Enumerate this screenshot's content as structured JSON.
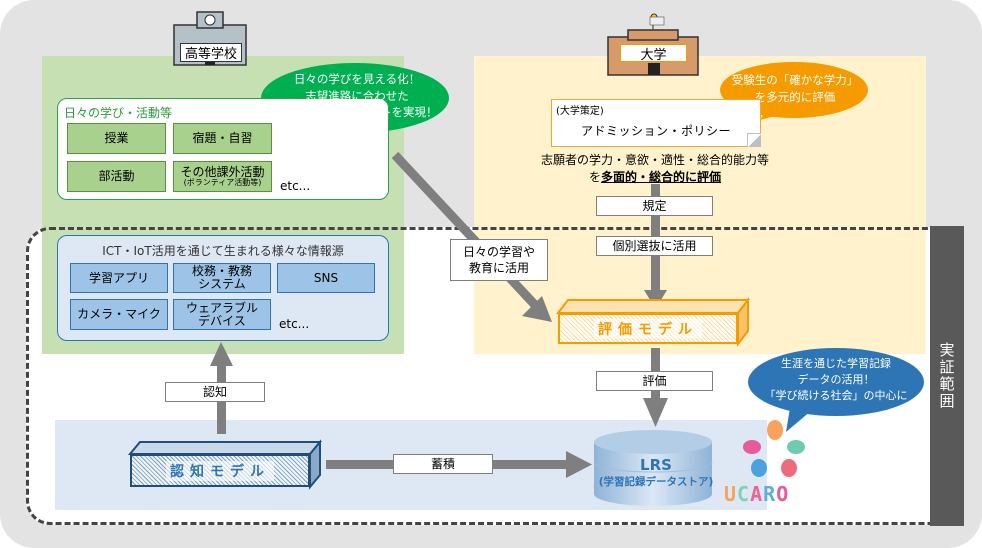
{
  "diagram": {
    "high_school": {
      "label": "高等学校",
      "daily_box": {
        "title": "日々の学び・活動等",
        "items": [
          "授業",
          "宿題・自習",
          "部活動"
        ],
        "other_item": {
          "main": "その他課外活動",
          "sub": "(ボランティア活動等)"
        },
        "etc": "etc..."
      },
      "bubble": [
        "日々の学びを見える化！",
        "志望進路に合わせた",
        "細やかな学習サポートを実現！"
      ]
    },
    "university": {
      "label": "大学",
      "roof_sign": "大学",
      "bubble": [
        "受験生の「確かな学力」",
        "を多元的に評価"
      ],
      "policy": {
        "sub": "(大学策定)",
        "main": "アドミッション・ポリシー"
      },
      "policy_desc_line1": "志願者の学力・意欲・適性・総合的能力等",
      "policy_desc_prefix": "を",
      "policy_desc_emph": "多面的・総合的に評価"
    },
    "ict_box": {
      "title": "ICT・IoT活用を通じて生まれる様々な情報源",
      "items": [
        "学習アプリ",
        "校務・教務\nシステム",
        "SNS",
        "カメラ・マイク",
        "ウェアラブル\nデバイス"
      ],
      "etc": "etc..."
    },
    "labels": {
      "regulate": "規定",
      "selection": "個別選抜に活用",
      "daily_use_line1": "日々の学習や",
      "daily_use_line2": "教育に活用",
      "evaluate": "評価",
      "recognize": "認知",
      "accumulate": "蓄積"
    },
    "models": {
      "evaluation": "評価モデル",
      "cognition": "認知モデル"
    },
    "lrs": {
      "title": "LRS",
      "subtitle": "(学習記録データストア)"
    },
    "lrs_bubble": [
      "生涯を通じた学習記録",
      "データの活用！",
      "「学び続ける社会」の中心に"
    ],
    "side_label": "実証範囲",
    "logo": {
      "text": "UCARO",
      "letter_colors": [
        "#f7a35c",
        "#7fd1b9",
        "#f06292",
        "#5dade2",
        "#e75a9b"
      ],
      "petal_colors": [
        "#f7a35c",
        "#e75a9b",
        "#6fcbb0",
        "#4aa3df",
        "#ef6a7d"
      ]
    },
    "colors": {
      "hs_bg": "#c6e0b4",
      "univ_bg": "#fff2cc",
      "green_bubble": "#00b050",
      "orange_bubble": "#f59b00",
      "blue_bubble": "#2e75b6",
      "arrow": "#7f7f7f"
    }
  }
}
